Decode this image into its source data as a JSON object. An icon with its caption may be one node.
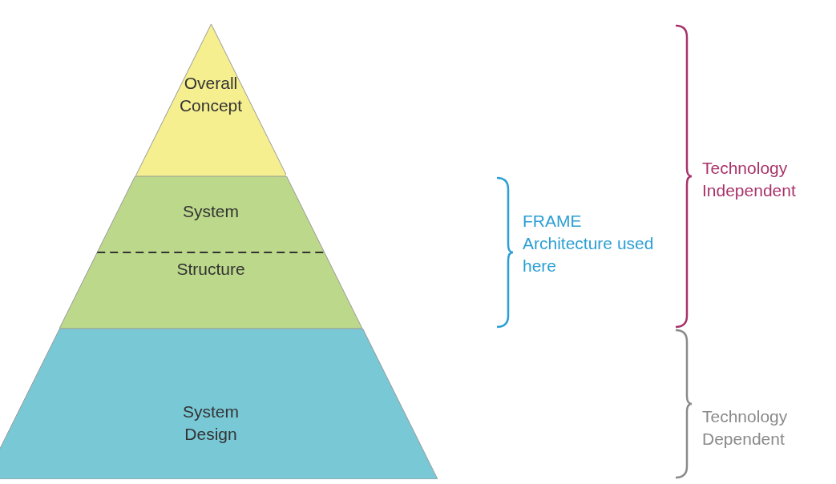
{
  "diagram": {
    "nodes": [
      {
        "text": [
          "Overall Concept"
        ]
      },
      {
        "text": [
          "System",
          "Structure"
        ]
      },
      {
        "text": [
          "System Design"
        ]
      }
    ],
    "labels": [
      "FRAME Architecture used here",
      "Technology Independent",
      "Technology Dependent"
    ]
  }
}
